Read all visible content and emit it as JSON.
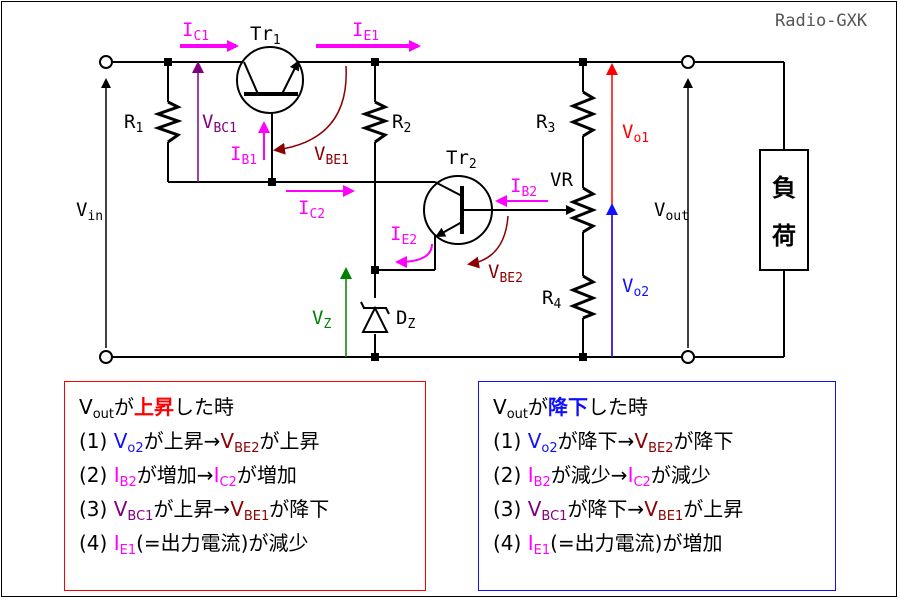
{
  "watermark": "Radio-GXK",
  "labels": {
    "ic1": "I",
    "ic1_sub": "C1",
    "ie1": "I",
    "ie1_sub": "E1",
    "tr1": "Tr",
    "tr1_sub": "1",
    "r1": "R",
    "r1_sub": "1",
    "vbc1": "V",
    "vbc1_sub": "BC1",
    "ib1": "I",
    "ib1_sub": "B1",
    "vbe1": "V",
    "vbe1_sub": "BE1",
    "r2": "R",
    "r2_sub": "2",
    "r3": "R",
    "r3_sub": "3",
    "vo1": "V",
    "vo1_sub": "o1",
    "tr2": "Tr",
    "tr2_sub": "2",
    "ib2": "I",
    "ib2_sub": "B2",
    "vr": "VR",
    "vin": "V",
    "vin_sub": "in",
    "ic2": "I",
    "ic2_sub": "C2",
    "vout": "V",
    "vout_sub": "out",
    "ie2": "I",
    "ie2_sub": "E2",
    "vbe2": "V",
    "vbe2_sub": "BE2",
    "vo2": "V",
    "vo2_sub": "o2",
    "r4": "R",
    "r4_sub": "4",
    "vz": "V",
    "vz_sub": "Z",
    "dz": "D",
    "dz_sub": "Z",
    "load_1": "負",
    "load_2": "荷"
  },
  "rise_box": {
    "title_v": "V",
    "title_sub": "out",
    "title_ga": "が",
    "title_key": "上昇",
    "title_rest": "した時",
    "line1": {
      "num": "(1)",
      "a": "V",
      "a_sub": "o2",
      "b": "が上昇→",
      "c": "V",
      "c_sub": "BE2",
      "d": "が上昇"
    },
    "line2": {
      "num": "(2)",
      "a": "I",
      "a_sub": "B2",
      "b": "が増加→",
      "c": "I",
      "c_sub": "C2",
      "d": "が増加"
    },
    "line3": {
      "num": "(3)",
      "a": "V",
      "a_sub": "BC1",
      "b": "が上昇→",
      "c": "V",
      "c_sub": "BE1",
      "d": "が降下"
    },
    "line4": {
      "num": "(4)",
      "a": "I",
      "a_sub": "E1",
      "b": "(=出力電流)が減少"
    }
  },
  "fall_box": {
    "title_v": "V",
    "title_sub": "out",
    "title_ga": "が",
    "title_key": "降下",
    "title_rest": "した時",
    "line1": {
      "num": "(1)",
      "a": "V",
      "a_sub": "o2",
      "b": "が降下→",
      "c": "V",
      "c_sub": "BE2",
      "d": "が降下"
    },
    "line2": {
      "num": "(2)",
      "a": "I",
      "a_sub": "B2",
      "b": "が減少→",
      "c": "I",
      "c_sub": "C2",
      "d": "が減少"
    },
    "line3": {
      "num": "(3)",
      "a": "V",
      "a_sub": "BC1",
      "b": "が降下→",
      "c": "V",
      "c_sub": "BE1",
      "d": "が上昇"
    },
    "line4": {
      "num": "(4)",
      "a": "I",
      "a_sub": "E1",
      "b": "(=出力電流)が増加"
    }
  },
  "colors": {
    "magenta": "#ff00ff",
    "dark_red": "#8b0000",
    "purple": "#800080",
    "red": "#ff0000",
    "blue": "#1010ff",
    "green": "#008000"
  }
}
